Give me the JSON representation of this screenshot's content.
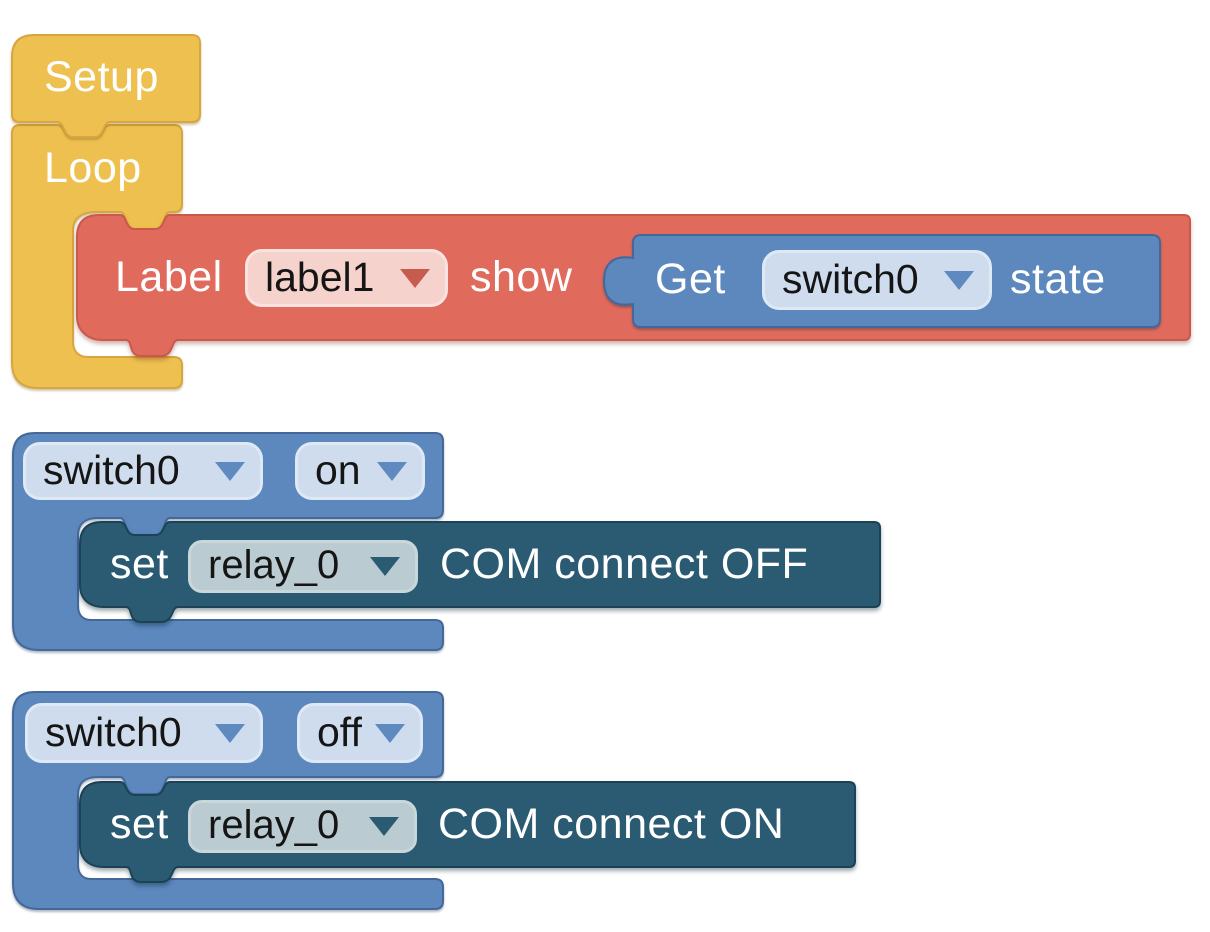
{
  "colors": {
    "yellow": "#EDC04F",
    "yellow_stroke": "#D8A63E",
    "red": "#E06A5B",
    "red_stroke": "#C9594B",
    "blue": "#5C88BE",
    "blue_stroke": "#44689A",
    "teal": "#2B5B73",
    "teal_stroke": "#1C4255",
    "dropdown_pink_bg": "#F5D2CC",
    "dropdown_blue_bg": "#CFDCEE",
    "dropdown_teal_bg": "#BACBD1",
    "label_text": "#FFFFFF",
    "dropdown_text": "#151515",
    "workspace_bg": "#FFFFFF"
  },
  "icons": {
    "dropdown_arrow": "triangle-down"
  },
  "blocks": {
    "setup": {
      "label": "Setup"
    },
    "loop": {
      "label": "Loop"
    },
    "label_show": {
      "prefix": "Label",
      "dropdown_value": "label1",
      "suffix": "show"
    },
    "get_state": {
      "prefix": "Get",
      "dropdown_value": "switch0",
      "suffix": "state"
    },
    "event_on": {
      "device_value": "switch0",
      "state_value": "on"
    },
    "set_relay_off": {
      "prefix": "set",
      "dropdown_value": "relay_0",
      "suffix": "COM connect OFF"
    },
    "event_off": {
      "device_value": "switch0",
      "state_value": "off"
    },
    "set_relay_on": {
      "prefix": "set",
      "dropdown_value": "relay_0",
      "suffix": "COM connect ON"
    }
  }
}
